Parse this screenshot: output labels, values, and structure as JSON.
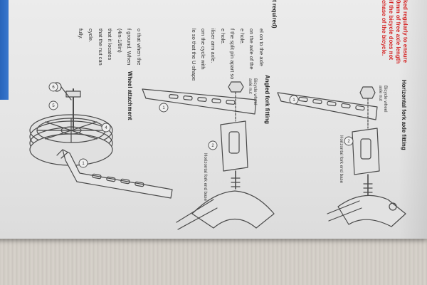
{
  "warning_lines": [
    "ked regularly to ensure",
    "0mm of free axle length",
    "if the bicycle does not",
    "chase of the bicycle."
  ],
  "left_heading": "t required)",
  "left_text_lines": [
    "el on to the axle",
    "on the axle of the",
    "e hole.",
    "f the split pin apart so",
    "e hole.",
    "iliser arm axle.",
    "om the cycle with",
    "le so that the U-shape",
    "",
    "o that when the",
    "f ground. When",
    "(4in-1/8in)",
    "that it locates",
    "that the nut can",
    "cycle.",
    "fully."
  ],
  "headings": {
    "horizontal": "Horizontal fork axle fitting",
    "angled": "Angled fork fitting",
    "wheel": "Wheel attachment"
  },
  "labels": {
    "h_axle_nut": [
      "Bicycle wheel",
      "axle nut"
    ],
    "h_fork_base": "Horizontal fork end base",
    "a_axle_nut": [
      "Bicycle wheel",
      "axle nut"
    ],
    "a_fork_base": "Horizontal fork end base"
  },
  "callouts": [
    "1",
    "2",
    "3",
    "4",
    "5",
    "6"
  ],
  "colors": {
    "warning_red": "#d42424",
    "blue_edge": "#2e6cc4",
    "paper": "#e8e8e8",
    "line_art": "#4a4a4a"
  }
}
